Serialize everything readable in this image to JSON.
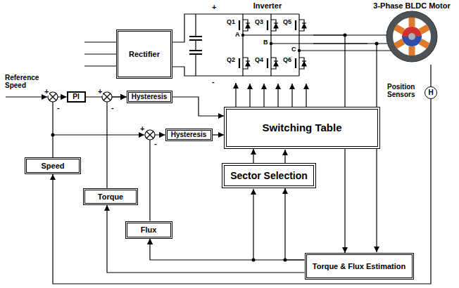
{
  "diagram": {
    "nodes": [
      {
        "text": [
          "Rectifier"
        ]
      },
      {
        "text": [
          "Inverter"
        ]
      },
      {
        "text": [
          "3-Phase BLDC Motor"
        ]
      },
      {
        "text": [
          "H"
        ]
      },
      {
        "text": [
          "PI"
        ]
      },
      {
        "text": [
          "Hysteresis"
        ]
      },
      {
        "text": [
          "Switching Table"
        ]
      },
      {
        "text": [
          "Hysteresis"
        ]
      },
      {
        "text": [
          "Speed"
        ]
      },
      {
        "text": [
          "Sector Selection"
        ]
      },
      {
        "text": [
          "Torque"
        ]
      },
      {
        "text": [
          "Flux"
        ]
      },
      {
        "text": [
          "Torque & Flux Estimation"
        ]
      }
    ],
    "edges": [
      {
        "from": 8,
        "to": 4,
        "arrow": "to"
      },
      {
        "from": 4,
        "to": 5,
        "arrow": "to"
      },
      {
        "from": 10,
        "to": 5,
        "arrow": "to"
      },
      {
        "from": 5,
        "to": 6,
        "arrow": "to"
      },
      {
        "from": 11,
        "to": 7,
        "arrow": "to"
      },
      {
        "from": 7,
        "to": 6,
        "arrow": "to"
      },
      {
        "from": 9,
        "to": 6,
        "arrow": "to"
      },
      {
        "from": 6,
        "to": 1,
        "arrow": "to"
      },
      {
        "from": 12,
        "to": 11,
        "arrow": "to"
      },
      {
        "from": 12,
        "to": 10,
        "arrow": "to"
      },
      {
        "from": 12,
        "to": 9,
        "arrow": "to"
      },
      {
        "from": 1,
        "to": 12,
        "arrow": "to"
      },
      {
        "from": 1,
        "to": 2,
        "arrow": "none"
      },
      {
        "from": 0,
        "to": 1,
        "arrow": "none"
      },
      {
        "from": 2,
        "to": 3,
        "arrow": "none"
      },
      {
        "from": 3,
        "to": 8,
        "arrow": "to"
      }
    ],
    "labels": [
      "Reference Speed",
      "+",
      "-",
      "+",
      "-",
      "+",
      "-",
      "+",
      "-",
      "A",
      "B",
      "C",
      "Q1",
      "Q3",
      "Q5",
      "Q2",
      "Q4",
      "Q6",
      "Position Sensors"
    ]
  }
}
